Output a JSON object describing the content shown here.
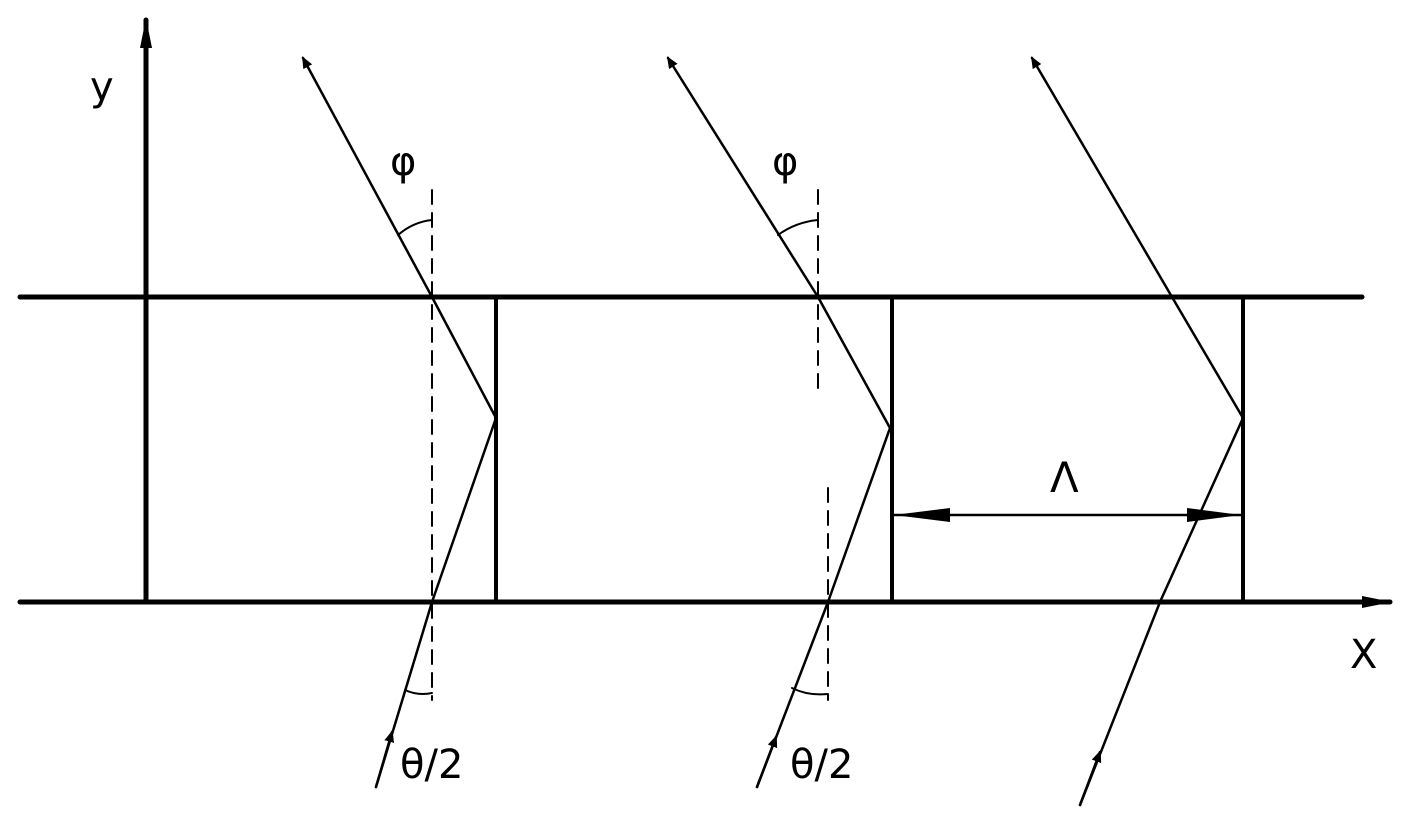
{
  "labels": {
    "y_axis": "y",
    "x_axis": "X",
    "phi": "φ",
    "theta_half": "θ/2",
    "period": "Λ"
  },
  "colors": {
    "ink": "#000000",
    "background": "#ffffff"
  }
}
